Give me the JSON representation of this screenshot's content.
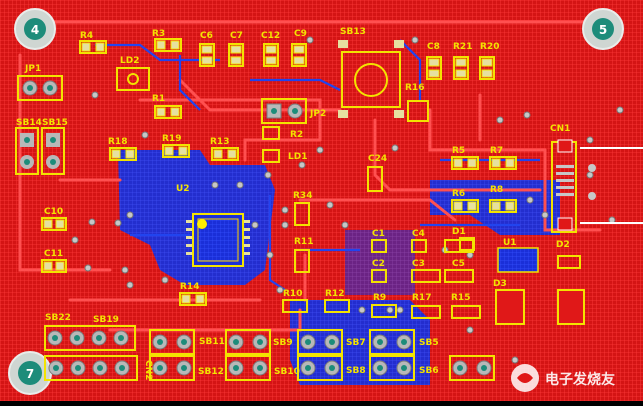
{
  "board": {
    "mounting_holes": [
      "4",
      "5",
      "7"
    ],
    "components": {
      "R4": "R4",
      "R3": "R3",
      "C6": "C6",
      "C7": "C7",
      "C12": "C12",
      "C9": "C9",
      "SB13": "SB13",
      "C8": "C8",
      "R21": "R21",
      "R20": "R20",
      "LD2": "LD2",
      "JP1": "JP1",
      "R1": "R1",
      "JP2": "JP2",
      "R16": "R16",
      "SB14": "SB14",
      "SB15": "SB15",
      "R18": "R18",
      "R19": "R19",
      "R13": "R13",
      "R2": "R2",
      "LD1": "LD1",
      "CN1": "CN1",
      "C24": "C24",
      "R5": "R5",
      "R7": "R7",
      "U2": "U2",
      "R34": "R34",
      "R6": "R6",
      "R8": "R8",
      "C10": "C10",
      "C11": "C11",
      "R11": "R11",
      "C1": "C1",
      "C4": "C4",
      "D1": "D1",
      "U1": "U1",
      "D2": "D2",
      "C2": "C2",
      "C3": "C3",
      "C5": "C5",
      "R14": "R14",
      "R10": "R10",
      "R12": "R12",
      "R9": "R9",
      "R17": "R17",
      "R15": "R15",
      "D3": "D3",
      "SB22": "SB22",
      "SB19": "SB19",
      "SB11": "SB11",
      "SB9": "SB9",
      "SB7": "SB7",
      "SB5": "SB5",
      "SB12": "SB12",
      "SB10": "SB10",
      "SB8": "SB8",
      "SB6": "SB6",
      "CN2": "CN2"
    }
  },
  "watermark": {
    "text": "电子发烧友"
  },
  "colors": {
    "copper_top": "#e01818",
    "copper_bottom": "#1a2fd8",
    "silkscreen": "#f3e300",
    "pad": "#b8b8b8",
    "via": "#c7c7c7"
  }
}
